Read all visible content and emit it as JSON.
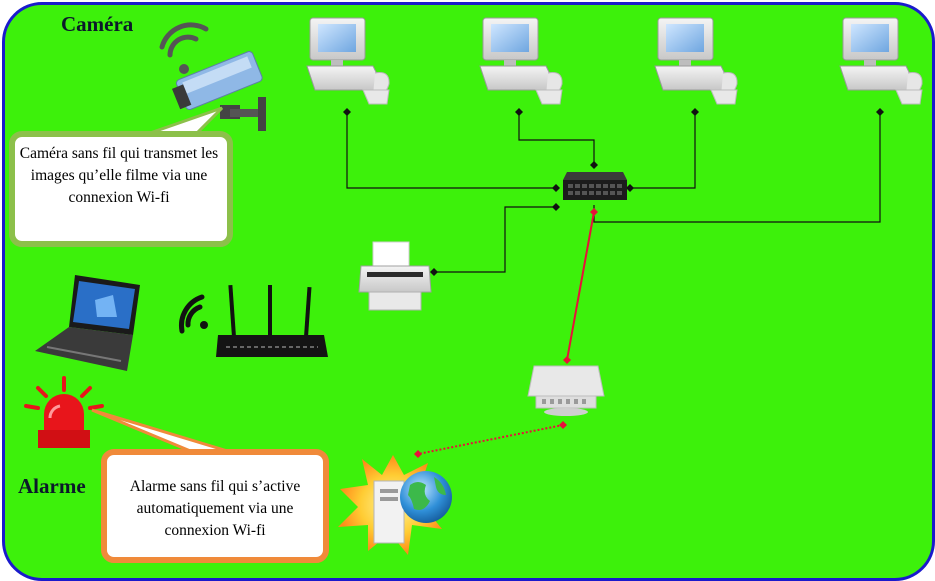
{
  "labels": {
    "camera_title": "Caméra",
    "alarm_title": "Alarme"
  },
  "callouts": {
    "camera_text": "Caméra  sans fil qui transmet les images qu’elle filme via une connexion Wi-fi",
    "alarm_text": "Alarme sans fil qui s’active automatiquement via une connexion Wi-fi"
  },
  "colors": {
    "background": "#3df10b",
    "border": "#1a1acc",
    "wire": "#111111",
    "red_link": "#e8103a",
    "camera_callout_border": "#8cc04a",
    "alarm_callout_border": "#f08a3a"
  },
  "icons": {
    "computers": [
      "computer-icon",
      "computer-icon",
      "computer-icon",
      "computer-icon"
    ],
    "switch": "network-switch-icon",
    "printer": "printer-icon",
    "camera": "wifi-camera-icon",
    "laptop": "laptop-icon",
    "router": "wifi-router-icon",
    "access_point": "access-point-icon",
    "server": "server-globe-icon",
    "alarm": "alarm-beacon-icon"
  }
}
